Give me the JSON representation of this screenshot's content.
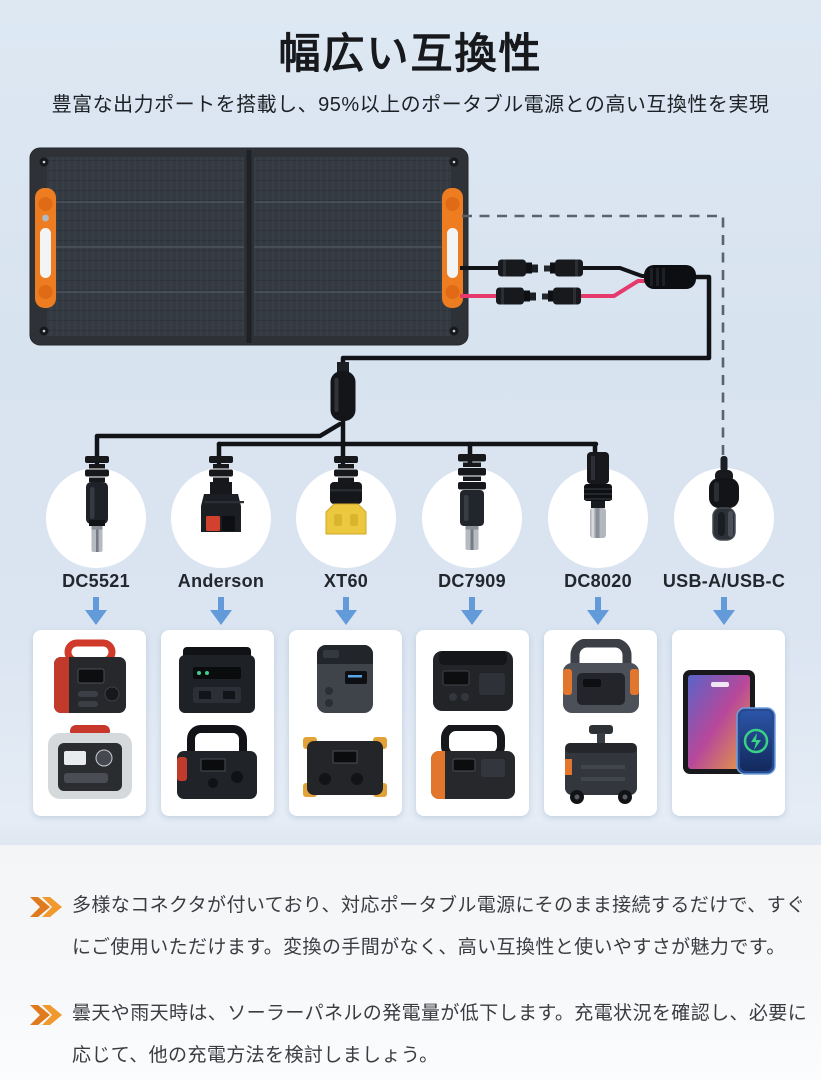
{
  "page": {
    "title": "幅広い互換性",
    "subtitle": "豊富な出力ポートを搭載し、95%以上のポータブル電源との高い互換性を実現"
  },
  "connectors": [
    {
      "label": "DC5521",
      "icon": "dc5521-plug-icon"
    },
    {
      "label": "Anderson",
      "icon": "anderson-plug-icon"
    },
    {
      "label": "XT60",
      "icon": "xt60-plug-icon"
    },
    {
      "label": "DC7909",
      "icon": "dc7909-plug-icon"
    },
    {
      "label": "DC8020",
      "icon": "dc8020-plug-icon"
    },
    {
      "label": "USB-A/USB-C",
      "icon": "usb-c-plug-icon"
    }
  ],
  "notes": [
    {
      "icon": "double-chevron-right-icon",
      "text": "多様なコネクタが付いており、対応ポータブル電源にそのまま接続するだけで、すぐにご使用いただけます。変換の手間がなく、高い互換性と使いやすさが魅力です。"
    },
    {
      "icon": "double-chevron-right-icon",
      "text": "曇天や雨天時は、ソーラーパネルの発電量が低下します。充電状況を確認し、必要に応じて、他の充電方法を検討しましょう。"
    }
  ],
  "icons": {
    "double_chevron": "»",
    "down_arrow": "↓"
  },
  "colors": {
    "hero_background": "#d9e4f0",
    "notes_background": "#f6f8fa",
    "accent_orange": "#ee7d22",
    "arrow_blue": "#639bda",
    "wire_black": "#111317",
    "wire_red": "#e63a6e",
    "panel_dark": "#2e3237",
    "label_text": "#22262d",
    "body_text": "#3a3c40",
    "xt60_yellow": "#ecc83e",
    "anderson_red": "#d2402e",
    "charge_green": "#38d185"
  }
}
